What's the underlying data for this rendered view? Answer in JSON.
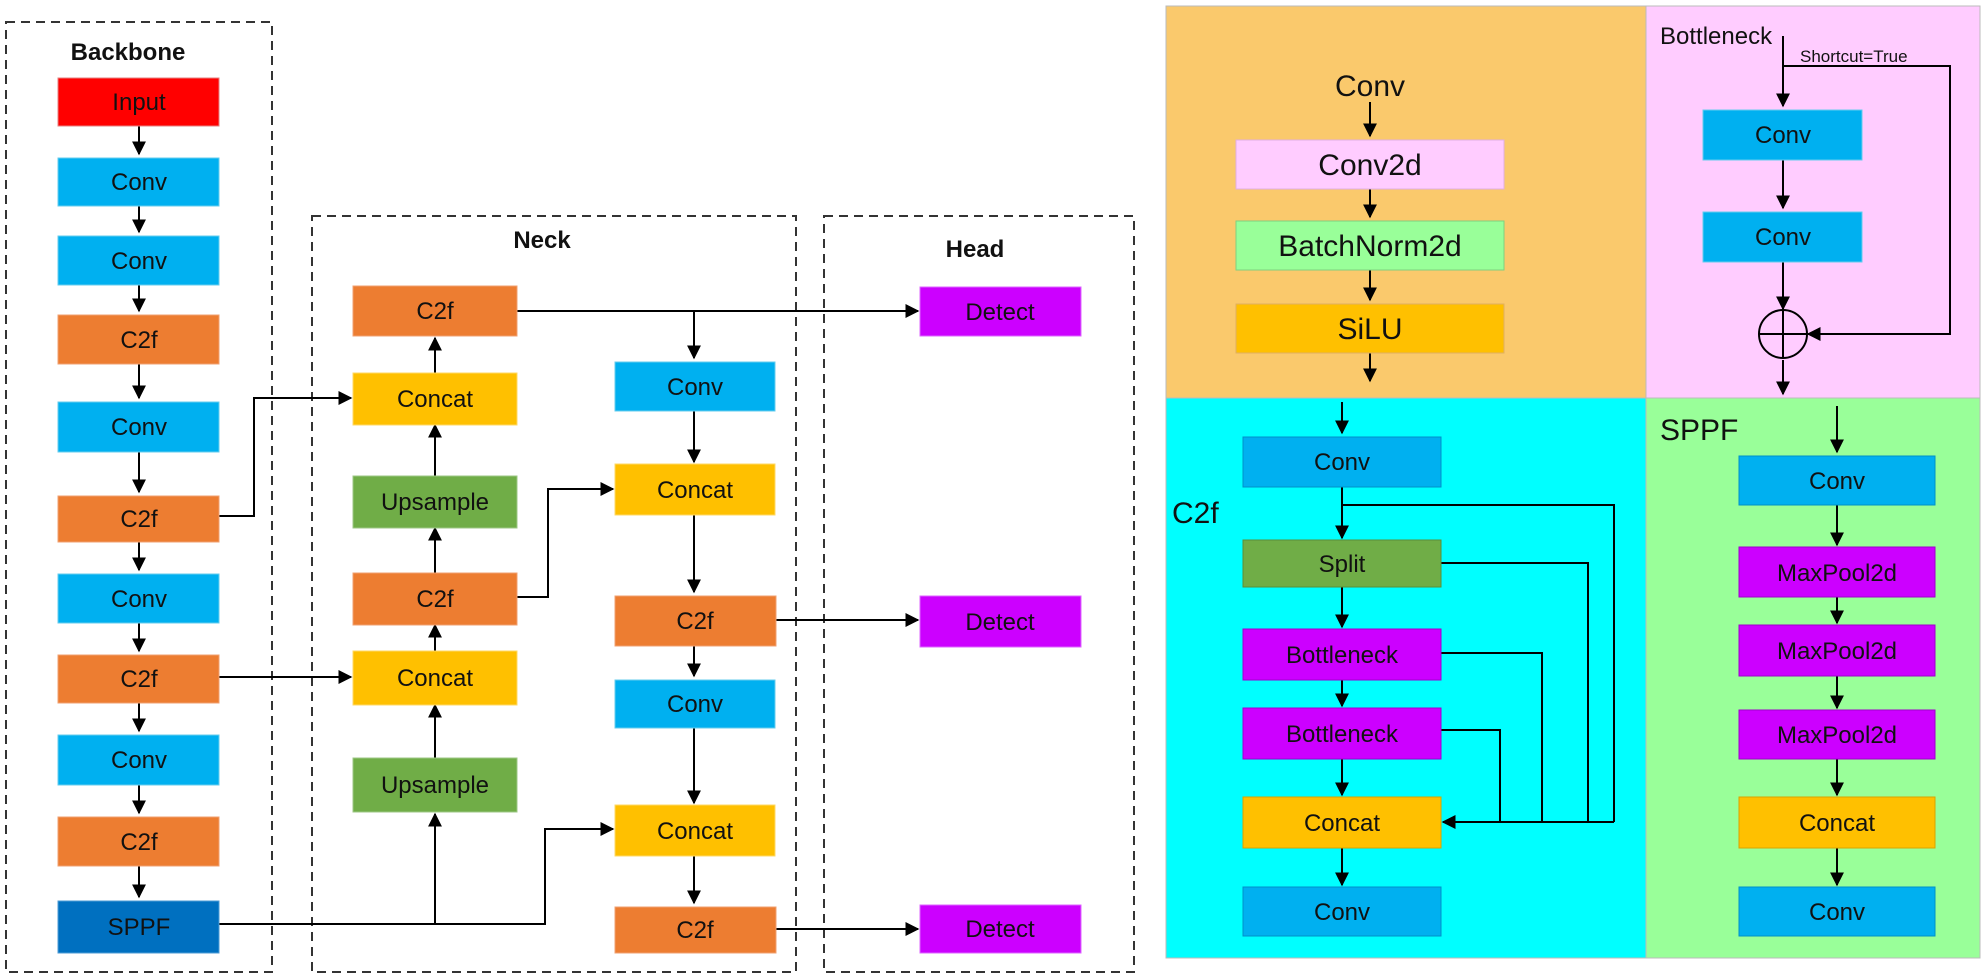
{
  "colors": {
    "input": "#ff0000",
    "conv": "#00b0f0",
    "c2f": "#ed7d31",
    "concat": "#ffc000",
    "upsample": "#70ad47",
    "detect": "#cc00ff",
    "sppf": "#0070c0",
    "conv2d": "#ffccff",
    "batchnorm": "#99ff99",
    "silu": "#ffc000",
    "split": "#70ad47",
    "bottleneck": "#cc00ff",
    "maxpool": "#cc00ff",
    "panel_conv": "#fac96c",
    "panel_bottleneck": "#ffccff",
    "panel_c2f": "#00ffff",
    "panel_sppf": "#99ff99"
  },
  "backbone": {
    "title": "Backbone",
    "blocks": [
      "Input",
      "Conv",
      "Conv",
      "C2f",
      "Conv",
      "C2f",
      "Conv",
      "C2f",
      "Conv",
      "C2f",
      "SPPF"
    ]
  },
  "neck": {
    "title": "Neck",
    "left_column": [
      "C2f",
      "Concat",
      "Upsample",
      "C2f",
      "Concat",
      "Upsample"
    ],
    "right_column": [
      "Conv",
      "Concat",
      "C2f",
      "Conv",
      "Concat",
      "C2f"
    ]
  },
  "head": {
    "title": "Head",
    "blocks": [
      "Detect",
      "Detect",
      "Detect"
    ]
  },
  "conv_panel": {
    "title": "Conv",
    "blocks": [
      "Conv2d",
      "BatchNorm2d",
      "SiLU"
    ]
  },
  "bottleneck_panel": {
    "title": "Bottleneck",
    "shortcut_label": "Shortcut=True",
    "blocks": [
      "Conv",
      "Conv"
    ]
  },
  "c2f_panel": {
    "title": "C2f",
    "blocks": [
      "Conv",
      "Split",
      "Bottleneck",
      "Bottleneck",
      "Concat",
      "Conv"
    ]
  },
  "sppf_panel": {
    "title": "SPPF",
    "blocks": [
      "Conv",
      "MaxPool2d",
      "MaxPool2d",
      "MaxPool2d",
      "Concat",
      "Conv"
    ]
  }
}
